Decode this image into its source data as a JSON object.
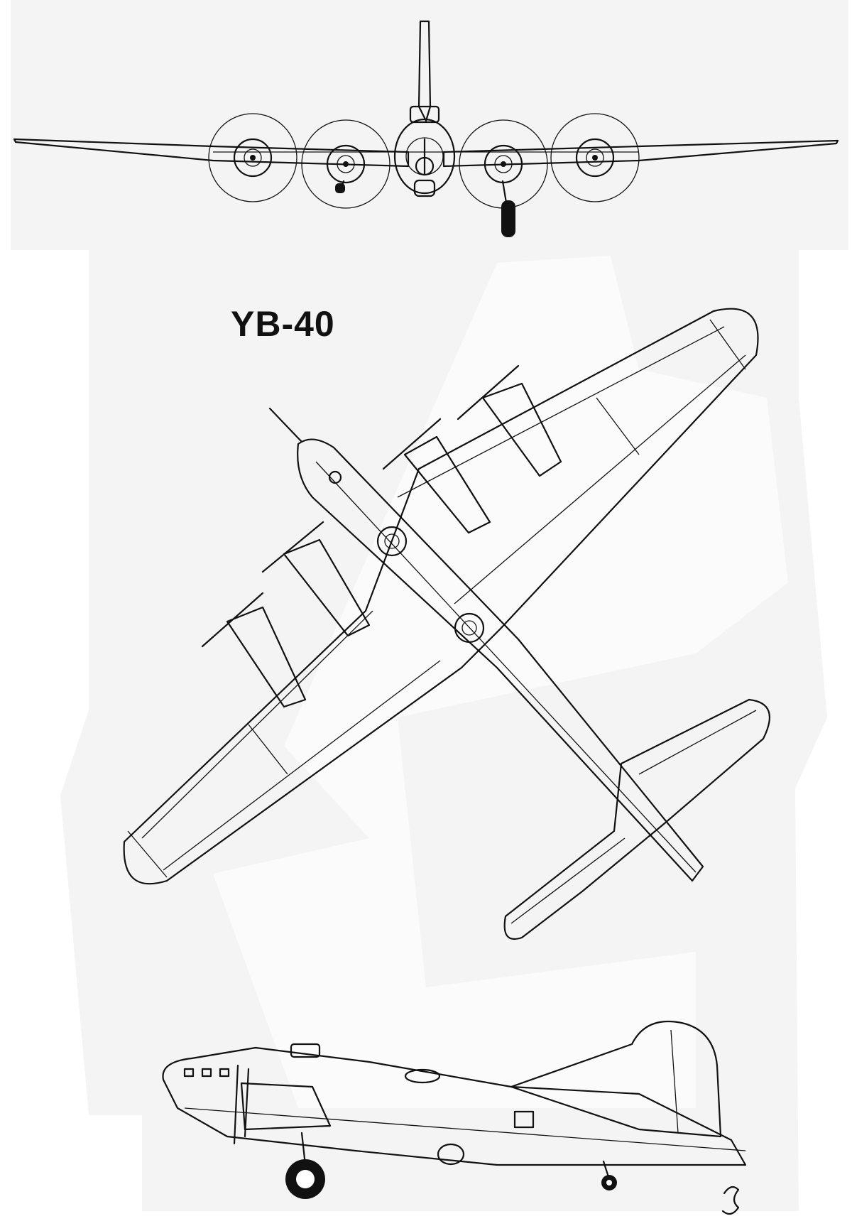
{
  "title": "YB-40",
  "colors": {
    "ink": "#111111",
    "paper": "#ffffff",
    "backdrop": "#f4f4f4"
  },
  "views": [
    "front-view",
    "top-view",
    "side-view"
  ],
  "front_view": {
    "engine_count": 4
  },
  "top_view": {
    "engine_count": 4,
    "turret_count": 2
  },
  "side_view": {
    "main_wheel_count": 1,
    "tail_wheel_count": 1
  }
}
